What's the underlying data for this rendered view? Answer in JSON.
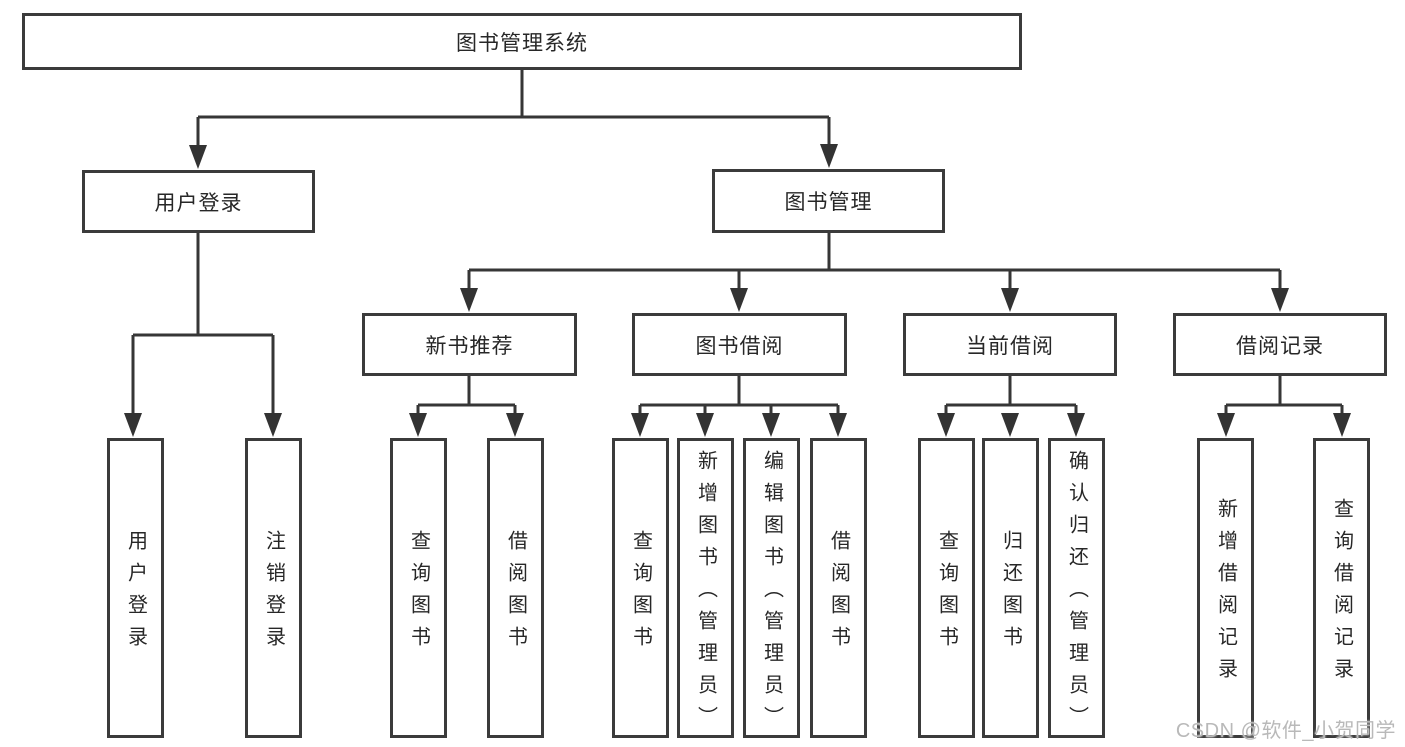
{
  "tree": {
    "root": {
      "label": "图书管理系统"
    },
    "branches": [
      {
        "label": "用户登录",
        "children": [
          {
            "label": "用户登录"
          },
          {
            "label": "注销登录"
          }
        ]
      },
      {
        "label": "图书管理",
        "children": [
          {
            "label": "新书推荐",
            "children": [
              {
                "label": "查询图书"
              },
              {
                "label": "借阅图书"
              }
            ]
          },
          {
            "label": "图书借阅",
            "children": [
              {
                "label": "查询图书"
              },
              {
                "label": "新增图书（管理员）"
              },
              {
                "label": "编辑图书（管理员）"
              },
              {
                "label": "借阅图书"
              }
            ]
          },
          {
            "label": "当前借阅",
            "children": [
              {
                "label": "查询图书"
              },
              {
                "label": "归还图书"
              },
              {
                "label": "确认归还（管理员）"
              }
            ]
          },
          {
            "label": "借阅记录",
            "children": [
              {
                "label": "新增借阅记录"
              },
              {
                "label": "查询借阅记录"
              }
            ]
          }
        ]
      }
    ]
  },
  "watermark": {
    "text": "CSDN @软件_小贺同学",
    "color": "#b9b9b9"
  },
  "colors": {
    "line": "#363636",
    "arrow": "#333333",
    "box_border": "#3b3b3b",
    "text": "#272727",
    "background": "#ffffff"
  }
}
